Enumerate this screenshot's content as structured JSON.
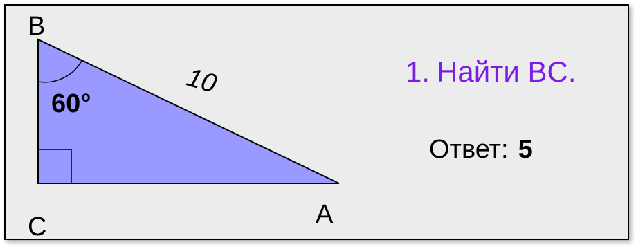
{
  "figure": {
    "fill_color": "#9999ff",
    "vertices": {
      "B": "B",
      "C": "C",
      "A": "A"
    },
    "angle_B": "60°",
    "side_AB": "10"
  },
  "task": {
    "number": "1.",
    "text": "Найти BC."
  },
  "answer": {
    "label": "Ответ:",
    "value": "5"
  },
  "colors": {
    "task_text": "#7a1ee6",
    "background": "#ececec"
  }
}
